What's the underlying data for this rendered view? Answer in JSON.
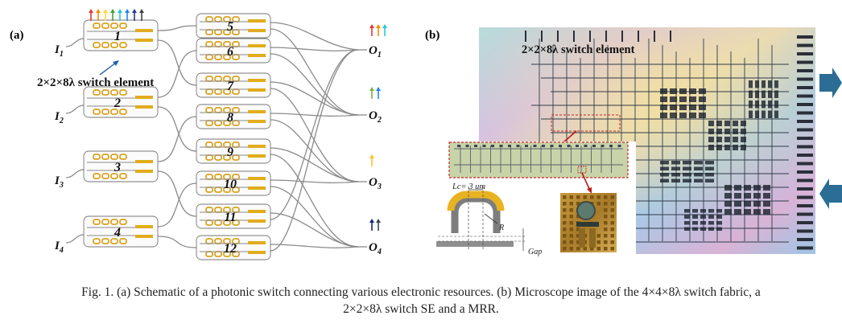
{
  "panel_a": {
    "label": "(a)",
    "inputs": [
      {
        "letter": "I",
        "sub": "1"
      },
      {
        "letter": "I",
        "sub": "2"
      },
      {
        "letter": "I",
        "sub": "3"
      },
      {
        "letter": "I",
        "sub": "4"
      }
    ],
    "outputs": [
      {
        "letter": "O",
        "sub": "1"
      },
      {
        "letter": "O",
        "sub": "2"
      },
      {
        "letter": "O",
        "sub": "3"
      },
      {
        "letter": "O",
        "sub": "4"
      }
    ],
    "switch_numbers": [
      "1",
      "2",
      "3",
      "4",
      "5",
      "6",
      "7",
      "8",
      "9",
      "10",
      "11",
      "12"
    ],
    "element_label": "2×2×8λ switch element",
    "wavelength_colors": [
      "#e53935",
      "#fb8c00",
      "#fdd835",
      "#43a047",
      "#26c6da",
      "#1e88e5",
      "#283593",
      "#424242"
    ],
    "output_arrows": [
      [
        "#e53935",
        "#fb8c00",
        "#26c6da"
      ],
      [
        "#7cb342",
        "#1e88e5"
      ],
      [
        "#fbc02d"
      ],
      [
        "#1a237e",
        "#37474f"
      ]
    ]
  },
  "panel_b": {
    "label": "(b)",
    "element_label": "2×2×8λ switch element",
    "lc_label": "Lc= 3 um",
    "r_label": "R",
    "gap_label": "Gap"
  },
  "caption": {
    "line1": "Fig. 1. (a) Schematic of a photonic switch connecting various electronic resources. (b) Microscope image of the 4×4×8λ switch fabric, a",
    "line2": "2×2×8λ switch SE and a MRR."
  }
}
